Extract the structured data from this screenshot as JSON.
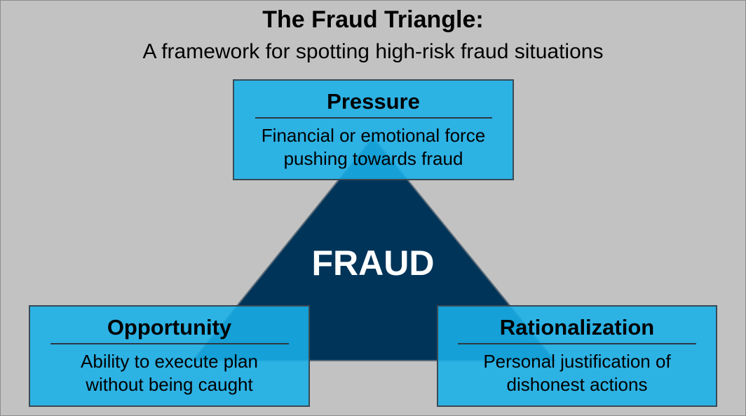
{
  "diagram": {
    "title": "The Fraud Triangle:",
    "subtitle": "A framework for spotting high-risk fraud situations",
    "center_label": "FRAUD",
    "colors": {
      "background": "#c2c2c2",
      "triangle": "#003459",
      "box": "#18afe8"
    },
    "nodes": {
      "pressure": {
        "heading": "Pressure",
        "line1": "Financial or emotional force",
        "line2": "pushing towards fraud"
      },
      "opportunity": {
        "heading": "Opportunity",
        "line1": "Ability to execute plan",
        "line2": "without being caught"
      },
      "rationalization": {
        "heading": "Rationalization",
        "line1": "Personal justification of",
        "line2": "dishonest actions"
      }
    }
  }
}
